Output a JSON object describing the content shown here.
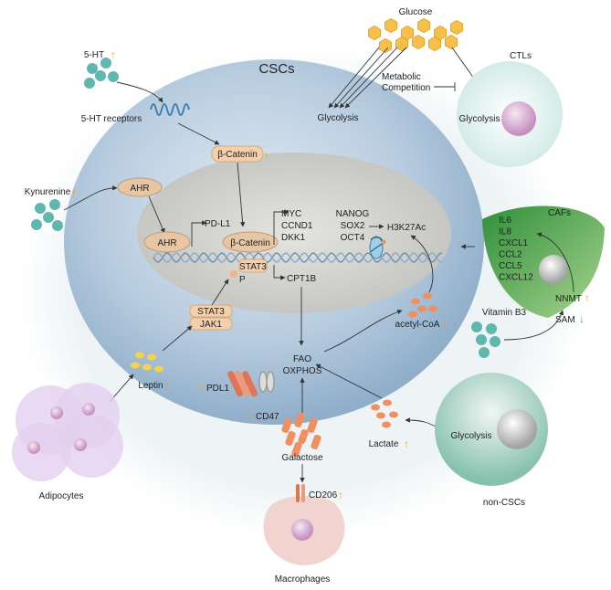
{
  "title": "CSCs",
  "labels": {
    "serotonin": "5-HT",
    "serotonin_receptors": "5-HT receptors",
    "glucose": "Glucose",
    "metabolic_competition_1": "Metabolic",
    "metabolic_competition_2": "Competition",
    "glycolysis_csc": "Glycolysis",
    "ctls": "CTLs",
    "glycolysis_ctl": "Glycolysis",
    "beta_catenin_top": "β-Catenin",
    "kynurenine": "Kynurenine",
    "ahr_cyto": "AHR",
    "ahr_nuc": "AHR",
    "pdl1_gene": "PD-L1",
    "beta_catenin_nuc": "β-Catenin",
    "myc": "MYC",
    "ccnd1": "CCND1",
    "dkk1": "DKK1",
    "nanog": "NANOG",
    "sox2": "SOX2",
    "oct4": "OCT4",
    "h3k27ac": "H3K27Ac",
    "stat3_nuc": "STAT3",
    "p": "P",
    "cpt1b": "CPT1B",
    "cafs": "CAFs",
    "caf_genes": [
      "IL6",
      "IL8",
      "CXCL1",
      "CCL2",
      "CCL5",
      "CXCL12"
    ],
    "nnmt": "NNMT",
    "sam": "SAM",
    "vitamin_b3": "Vitamin B3",
    "stat3_cyto": "STAT3",
    "jak1": "JAK1",
    "acetyl_coa": "acetyl-CoA",
    "fao": "FAO",
    "oxphos": "OXPHOS",
    "leptin": "Leptin",
    "pdl1_protein": "PDL1",
    "cd47": "CD47",
    "lactate": "Lactate",
    "glycolysis_noncsc": "Glycolysis",
    "galactose": "Galactose",
    "adipocytes": "Adipocytes",
    "cd206": "CD206",
    "non_cscs": "non-CSCs",
    "macrophages": "Macrophages"
  },
  "colors": {
    "csc_cell": "#a9c1d6",
    "nucleus": "#cfcfcc",
    "up_arrow": "#f0a030",
    "caf": "#4ea552",
    "ctl": "#dff1ef",
    "noncsc": "#9fd0c2",
    "adipocyte": "#d9c2ec",
    "macrophage": "#f1d4d0",
    "glucose_hex": "#f7c04a",
    "molecule_dots": "#5fb7ad",
    "leptin_dots": "#f5d24a",
    "lactate_dots": "#ef8f62"
  }
}
